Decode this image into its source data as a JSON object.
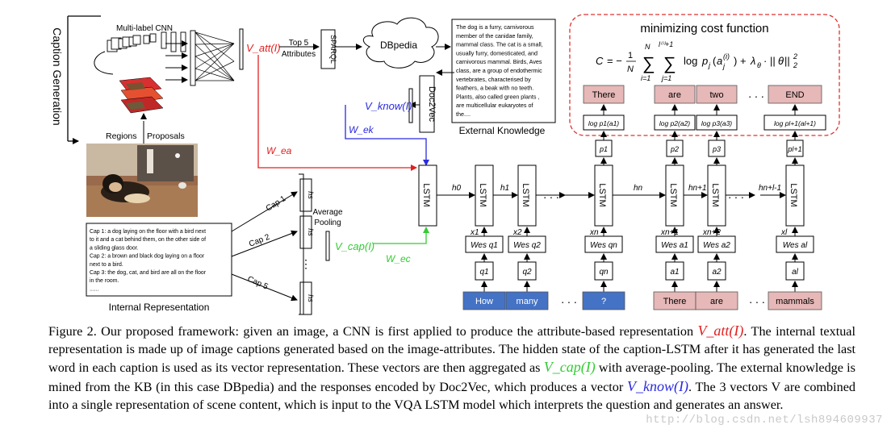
{
  "diagram": {
    "caption_generation_label": "Caption Generation",
    "multilabel_cnn_label": "Multi-label CNN",
    "regions_label": "Regions",
    "proposals_label": "Proposals",
    "v_att": "V_att(I)",
    "top5_line1": "Top 5",
    "top5_line2": "Attributes",
    "sparql_label": "SPARQL",
    "dbpedia_label": "DBpedia",
    "kb_text": [
      "The dog is a furry, carnivorous",
      "member of the canidae family,",
      "mammal class. The cat is a small,",
      "usually furry, domesticated, and",
      "carnivorous mammal. Birds, Aves",
      "class, are a group of endothermic",
      "vertebrates, characterised by",
      "feathers, a beak with no teeth.",
      "Plants, also called green plants ,",
      "are multicellular eukaryotes of",
      "the...."
    ],
    "external_knowledge_label": "External Knowledge",
    "doc2vec_label": "Doc2Vec",
    "v_know": "V_know(I)",
    "w_ek": "W_ek",
    "w_ea": "W_ea",
    "w_ec": "W_ec",
    "v_cap": "V_cap(I)",
    "average_label": "Average",
    "pooling_label": "Pooling",
    "cap_labels": [
      "Cap 1",
      "Cap 2",
      "Cap 5"
    ],
    "hs_label": "hs",
    "internal_text": [
      "Cap 1: a dog laying on the floor with a bird next",
      "to it and a cat behind them, on the other side of",
      "a sliding glass door.",
      "Cap 2: a brown and black dog laying on a floor",
      "next to a bird.",
      "Cap 3: the dog, cat, and bird are all on the floor",
      "in the room.",
      "......"
    ],
    "internal_rep_label": "Internal Representation",
    "cost_title": "minimizing cost function",
    "lstm_label": "LSTM",
    "hidden_labels": [
      "h0",
      "h1",
      "hn",
      "hn+1",
      "hn+l-1"
    ],
    "x_labels": [
      "x1",
      "x2",
      "xn",
      "xn+1",
      "xn+2",
      "xl"
    ],
    "w_labels": [
      "Wes q1",
      "Wes q2",
      "Wes qn",
      "Wes a1",
      "Wes a2",
      "Wes al"
    ],
    "q_labels": [
      "q1",
      "q2",
      "qn",
      "a1",
      "a2",
      "al"
    ],
    "question_tokens": [
      "How",
      "many",
      "?"
    ],
    "answer_tokens": [
      "There",
      "are",
      "mammals"
    ],
    "output_words": [
      "There",
      "are",
      "two",
      "END"
    ],
    "p_labels": [
      "p1",
      "p2",
      "p3",
      "pl+1"
    ],
    "logp_labels": [
      "log p1(a1)",
      "log p2(a2)",
      "log p3(a3)",
      "log pl+1(al+1)"
    ],
    "dots": ". . ."
  },
  "caption": {
    "s1": "Figure 2. Our proposed framework: given an image, a CNN is first applied to produce the attribute-based representation ",
    "v_att": "V_att(I)",
    "s2": ". The internal textual representation is made up of image captions generated based on the image-attributes. The hidden state of the caption-LSTM after it has generated the last word in each caption is used as its vector representation. These vectors are then aggregated as ",
    "v_cap": "V_cap(I)",
    "s3": " with average-pooling. The external knowledge is mined from the KB (in this case DBpedia) and the responses encoded by Doc2Vec, which produces a vector ",
    "v_know": "V_know(I)",
    "s4": ". The 3 vectors V are combined into a single representation of scene content, which is input to the VQA LSTM model which interprets the question and generates an answer."
  },
  "watermark": "http://blog.csdn.net/lsh894609937",
  "colors": {
    "red": "#e02020",
    "blue": "#2a2ae0",
    "green": "#33cc33",
    "question_fill": "#4472c4",
    "answer_fill": "#e6b8b7",
    "cost_border": "#e03030"
  }
}
